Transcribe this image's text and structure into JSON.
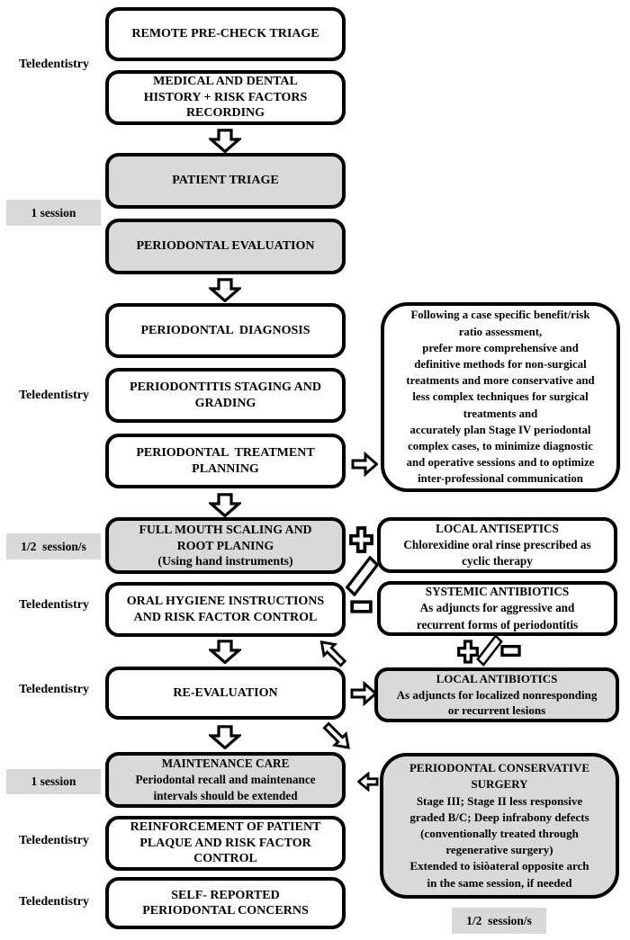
{
  "palette": {
    "page_bg": "#ffffff",
    "box_white": "#ffffff",
    "box_gray": "#d9d9d9",
    "border": "#000000",
    "label_bg": "#d9d9d9"
  },
  "side_labels": [
    {
      "text": "Teledentistry",
      "highlight": false
    },
    {
      "text": "1 session",
      "highlight": true
    },
    {
      "text": "Teledentistry",
      "highlight": false
    },
    {
      "text": "1/2  session/s",
      "highlight": true
    },
    {
      "text": "Teledentistry",
      "highlight": false
    },
    {
      "text": "Teledentistry",
      "highlight": false
    },
    {
      "text": "1 session",
      "highlight": true
    },
    {
      "text": "Teledentistry",
      "highlight": false
    },
    {
      "text": "Teledentistry",
      "highlight": false
    }
  ],
  "bottom_right_label": {
    "text": "1/2  session/s",
    "highlight": true
  },
  "main_flow": {
    "remote_precheck": {
      "text": "REMOTE PRE-CHECK TRIAGE",
      "fill": "white"
    },
    "history_recording": {
      "text": "MEDICAL AND DENTAL\nHISTORY + RISK FACTORS\nRECORDING",
      "fill": "white"
    },
    "patient_triage": {
      "text": "PATIENT TRIAGE",
      "fill": "gray"
    },
    "periodontal_evaluation": {
      "text": "PERIODONTAL EVALUATION",
      "fill": "gray"
    },
    "periodontal_diagnosis": {
      "text": "PERIODONTAL  DIAGNOSIS",
      "fill": "white"
    },
    "staging_grading": {
      "text": "PERIODONTITIS STAGING AND\nGRADING",
      "fill": "white"
    },
    "treatment_planning": {
      "text": "PERIODONTAL  TREATMENT\nPLANNING",
      "fill": "white"
    },
    "fmsrp": {
      "text": "FULL MOUTH SCALING AND\nROOT PLANING\n(Using hand instruments)",
      "fill": "gray"
    },
    "oral_hygiene": {
      "text": "ORAL HYGIENE INSTRUCTIONS\nAND RISK FACTOR CONTROL",
      "fill": "white"
    },
    "re_evaluation": {
      "text": "RE-EVALUATION",
      "fill": "white"
    },
    "maintenance_care": {
      "text": "MAINTENANCE CARE\nPeriodontal recall and maintenance\nintervals should be extended",
      "fill": "gray"
    },
    "reinforcement": {
      "text": "REINFORCEMENT OF PATIENT\nPLAQUE AND RISK FACTOR\nCONTROL",
      "fill": "white"
    },
    "self_reported": {
      "text": "SELF- REPORTED\nPERIODONTAL CONCERNS",
      "fill": "white"
    }
  },
  "right_column": {
    "planning_note": {
      "text": "Following a case specific benefit/risk\nratio assessment,\nprefer more comprehensive and\ndefinitive methods for non-surgical\ntreatments and more conservative and\nless complex techniques for surgical\ntreatments and\naccurately plan Stage IV periodontal\ncomplex cases, to minimize diagnostic\nand operative sessions and to optimize\ninter-professional communication",
      "fill": "white"
    },
    "local_antiseptics": {
      "text": "LOCAL ANTISEPTICS\nChlorexidine oral rinse prescribed as\ncyclic therapy",
      "fill": "white"
    },
    "systemic_antibiotics": {
      "text": "SYSTEMIC ANTIBIOTICS\nAs adjuncts for aggressive and\nrecurrent forms of periodontitis",
      "fill": "white"
    },
    "local_antibiotics": {
      "text": "LOCAL ANTIBIOTICS\nAs adjuncts for localized nonresponding\nor recurrent lesions",
      "fill": "gray"
    },
    "conservative_surgery": {
      "text": "PERIODONTAL CONSERVATIVE\nSURGERY\nStage III; Stage II less responsive\ngraded B/C; Deep infrabony defects\n(conventionally treated through\nregenerative surgery)\nExtended to isiòateral opposite arch\nin the same session, if needed",
      "fill": "gray"
    }
  },
  "icons": {
    "down-arrow-icon": "⇩",
    "right-arrow-icon": "⇨",
    "left-arrow-icon": "⇦",
    "up-left-arrow-icon": "⇖",
    "down-right-arrow-icon": "⇘",
    "plus-icon": "＋",
    "slash-icon": "／",
    "minus-icon": "－"
  },
  "connectors": [
    {
      "type": "arrow-down",
      "from": "history_recording",
      "to": "patient_triage"
    },
    {
      "type": "arrow-down",
      "from": "periodontal_evaluation",
      "to": "periodontal_diagnosis"
    },
    {
      "type": "arrow-right",
      "from": "treatment_planning",
      "to": "planning_note"
    },
    {
      "type": "arrow-down",
      "from": "treatment_planning",
      "to": "fmsrp"
    },
    {
      "type": "plus-slash-minus",
      "between": [
        "fmsrp + local_antiseptics",
        "oral_hygiene − systemic_antibiotics"
      ]
    },
    {
      "type": "arrow-down",
      "from": "oral_hygiene",
      "to": "re_evaluation"
    },
    {
      "type": "arrow-up-left",
      "from": "local_antibiotics",
      "to": "oral_hygiene"
    },
    {
      "type": "arrow-right",
      "from": "re_evaluation",
      "to": "local_antibiotics"
    },
    {
      "type": "plus-slash-minus",
      "between": [
        "systemic_antibiotics",
        "local_antibiotics"
      ]
    },
    {
      "type": "arrow-down",
      "from": "re_evaluation",
      "to": "maintenance_care"
    },
    {
      "type": "arrow-down-right",
      "from": "re_evaluation",
      "to": "conservative_surgery"
    },
    {
      "type": "arrow-left",
      "from": "conservative_surgery",
      "to": "maintenance_care"
    }
  ]
}
